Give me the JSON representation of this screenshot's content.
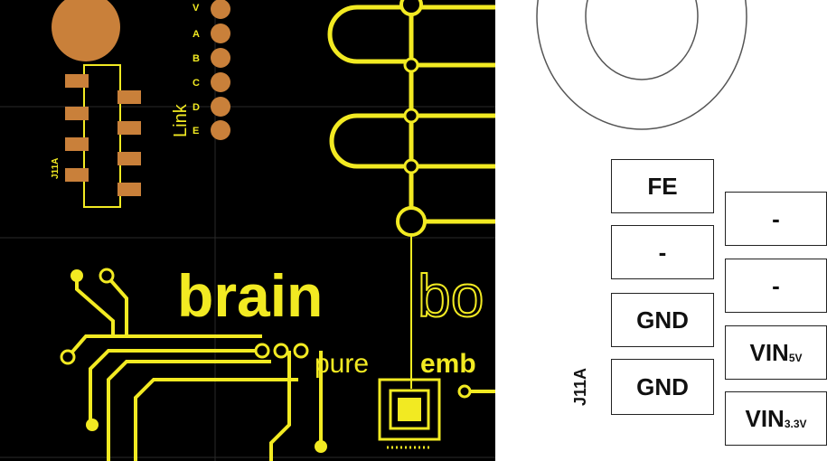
{
  "pcb": {
    "connector_label": "J11A",
    "link_label": "Link",
    "jumper_letters": [
      "A",
      "B",
      "C",
      "D",
      "E"
    ],
    "jumper_top_label": "V",
    "brand_word_1": "brain",
    "brand_word_2": "bo",
    "tagline_1": "pure",
    "tagline_2": "emb",
    "colors": {
      "board": "#000000",
      "silkscreen": "#f2ea22",
      "copper_pad": "#c9803a",
      "gridline": "#2a2a2a"
    }
  },
  "pinout": {
    "header_label": "J11A",
    "left_column": [
      {
        "label": "FE",
        "sub": ""
      },
      {
        "label": "-",
        "sub": ""
      },
      {
        "label": "GND",
        "sub": ""
      },
      {
        "label": "GND",
        "sub": ""
      }
    ],
    "right_column": [
      {
        "label": "-",
        "sub": ""
      },
      {
        "label": "-",
        "sub": ""
      },
      {
        "label": "VIN",
        "sub": "5V"
      },
      {
        "label": "VIN",
        "sub": "3.3V"
      }
    ]
  }
}
